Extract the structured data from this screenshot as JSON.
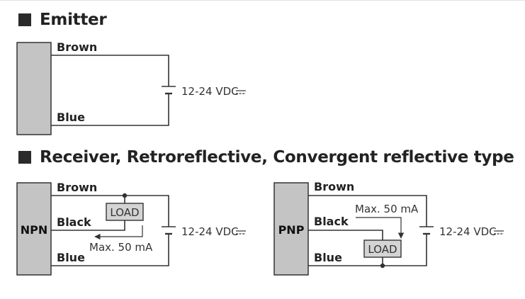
{
  "headings": {
    "emitter": "Emitter",
    "receiver": "Receiver, Retroreflective, Convergent reflective type"
  },
  "wires": {
    "brown": "Brown",
    "blue": "Blue",
    "black": "Black"
  },
  "supply": "12-24 VDC",
  "load": "LOAD",
  "max_current": "Max. 50 mA",
  "devices": {
    "npn": "NPN",
    "pnp": "PNP"
  },
  "colors": {
    "body_fill": "#c4c4c4",
    "load_fill": "#d4d4d4",
    "line": "#333333"
  }
}
